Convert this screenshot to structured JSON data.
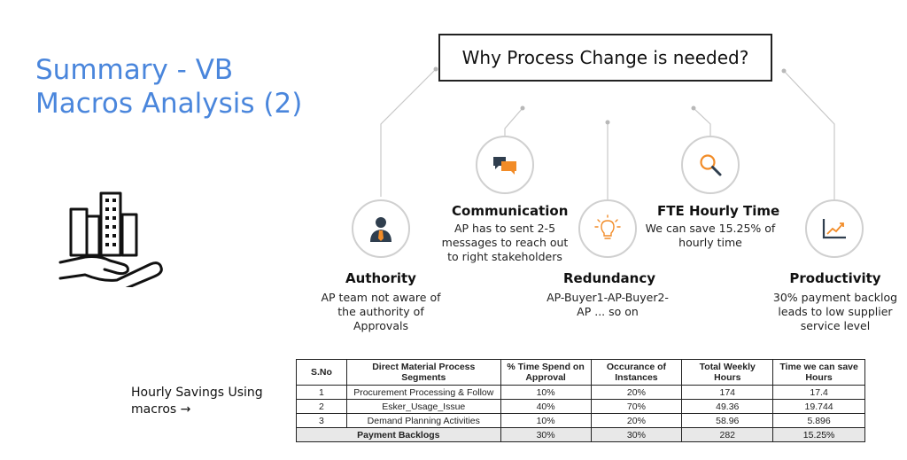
{
  "title": {
    "line1": "Summary - VB",
    "line2": "Macros Analysis (2)"
  },
  "question": "Why Process Change is needed?",
  "items": [
    {
      "title": "Authority",
      "desc": [
        "AP team not aware of",
        "the authority of",
        "Approvals"
      ],
      "icon": "person-tie-icon"
    },
    {
      "title": "Communication",
      "desc": [
        "AP has to sent 2-5",
        "messages to reach out",
        "to right stakeholders"
      ],
      "icon": "chat-bubbles-icon"
    },
    {
      "title": "Redundancy",
      "desc": [
        "AP-Buyer1-AP-Buyer2-",
        "AP ... so on"
      ],
      "icon": "lightbulb-icon"
    },
    {
      "title": "FTE Hourly Time",
      "desc": [
        "We can save 15.25% of",
        "hourly time"
      ],
      "icon": "magnifier-icon"
    },
    {
      "title": "Productivity",
      "desc": [
        "30% payment backlog",
        "leads to low supplier",
        "service level"
      ],
      "icon": "line-chart-icon"
    }
  ],
  "savings_label": {
    "line1": "Hourly Savings Using",
    "line2": "macros →"
  },
  "table": {
    "headers": [
      "S.No",
      "Direct Material Process Segments",
      "% Time Spend on Approval",
      "Occurance of Instances",
      "Total Weekly Hours",
      "Time we can save Hours"
    ],
    "rows": [
      [
        "1",
        "Procurement Processing & Follow",
        "10%",
        "20%",
        "174",
        "17.4"
      ],
      [
        "2",
        "Esker_Usage_Issue",
        "40%",
        "70%",
        "49.36",
        "19.744"
      ],
      [
        "3",
        "Demand Planning Activities",
        "10%",
        "20%",
        "58.96",
        "5.896"
      ]
    ],
    "total": [
      "Payment Backlogs",
      "30%",
      "30%",
      "282",
      "15.25%"
    ]
  },
  "colors": {
    "title": "#4a86dc",
    "accent_orange": "#f28c28",
    "icon_dark": "#2f3e4e",
    "highlight": "#6fad46"
  }
}
